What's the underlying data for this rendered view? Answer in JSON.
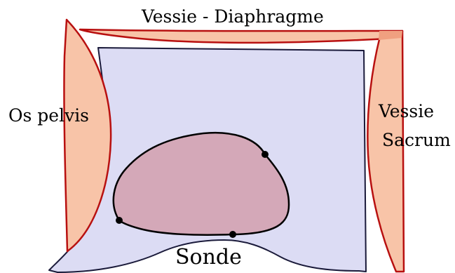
{
  "labels": {
    "top": "Vessie - Diaphragme",
    "left": "Os pelvis",
    "right_line1": "Vessie",
    "right_line2": "Sacrum",
    "bottom": "Sonde"
  },
  "colors": {
    "field_fill": "#dcdcf4",
    "field_stroke": "#1a1a3a",
    "organ_fill": "#d4a8b8",
    "organ_stroke": "#000000",
    "tissue_fill": "#f8c4a8",
    "tissue_fill_dark": "#f0a080",
    "tissue_stroke": "#b81010",
    "marker": "#000000"
  }
}
